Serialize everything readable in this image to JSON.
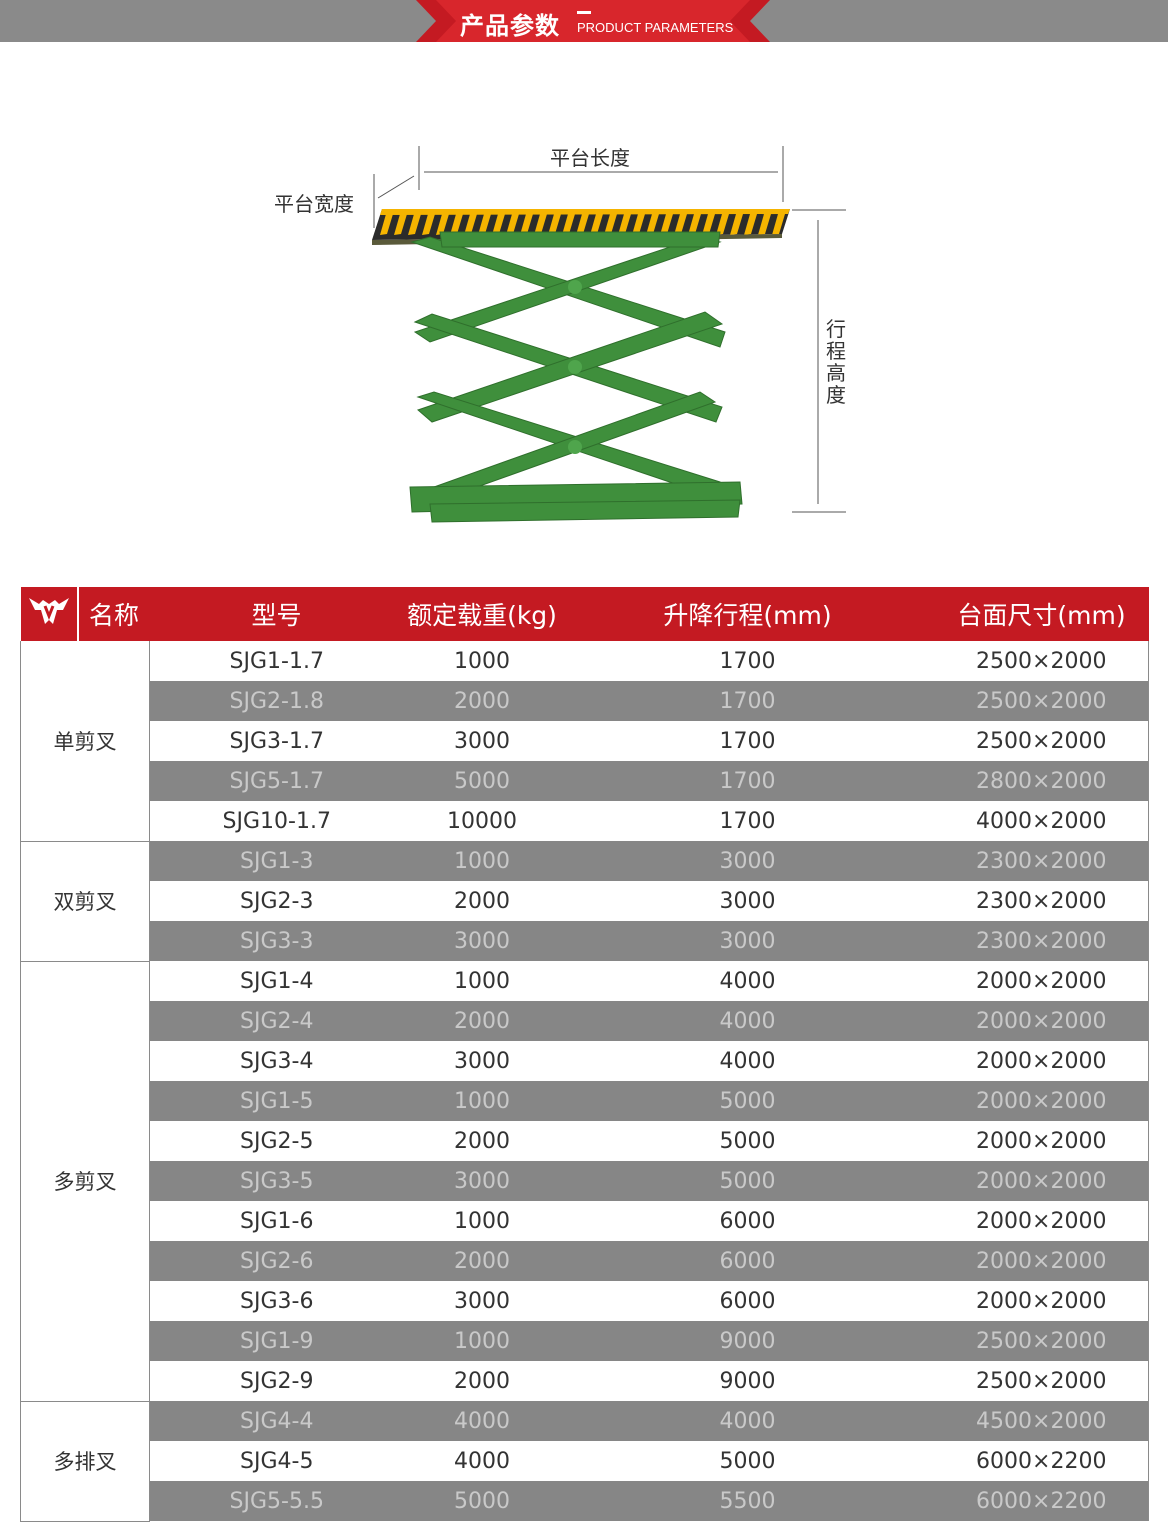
{
  "banner": {
    "title": "产品参数",
    "subtitle": "PRODUCT PARAMETERS",
    "color": "#c41a22"
  },
  "diagram": {
    "label_length": "平台长度",
    "label_width": "平台宽度",
    "label_height": [
      "行",
      "程",
      "高",
      "度"
    ],
    "platform_color": "#3f8f3c",
    "stripe_color": "#f5b400"
  },
  "table": {
    "logo_icon": "brand-bull-logo-icon",
    "headers": [
      "名称",
      "型号",
      "额定载重(kg)",
      "升降行程(mm)",
      "台面尺寸(mm)"
    ],
    "groups": [
      {
        "name": "单剪叉",
        "rows": [
          [
            "SJG1-1.7",
            "1000",
            "1700",
            "2500×2000"
          ],
          [
            "SJG2-1.8",
            "2000",
            "1700",
            "2500×2000"
          ],
          [
            "SJG3-1.7",
            "3000",
            "1700",
            "2500×2000"
          ],
          [
            "SJG5-1.7",
            "5000",
            "1700",
            "2800×2000"
          ],
          [
            "SJG10-1.7",
            "10000",
            "1700",
            "4000×2000"
          ]
        ]
      },
      {
        "name": "双剪叉",
        "rows": [
          [
            "SJG1-3",
            "1000",
            "3000",
            "2300×2000"
          ],
          [
            "SJG2-3",
            "2000",
            "3000",
            "2300×2000"
          ],
          [
            "SJG3-3",
            "3000",
            "3000",
            "2300×2000"
          ]
        ]
      },
      {
        "name": "多剪叉",
        "rows": [
          [
            "SJG1-4",
            "1000",
            "4000",
            "2000×2000"
          ],
          [
            "SJG2-4",
            "2000",
            "4000",
            "2000×2000"
          ],
          [
            "SJG3-4",
            "3000",
            "4000",
            "2000×2000"
          ],
          [
            "SJG1-5",
            "1000",
            "5000",
            "2000×2000"
          ],
          [
            "SJG2-5",
            "2000",
            "5000",
            "2000×2000"
          ],
          [
            "SJG3-5",
            "3000",
            "5000",
            "2000×2000"
          ],
          [
            "SJG1-6",
            "1000",
            "6000",
            "2000×2000"
          ],
          [
            "SJG2-6",
            "2000",
            "6000",
            "2000×2000"
          ],
          [
            "SJG3-6",
            "3000",
            "6000",
            "2000×2000"
          ],
          [
            "SJG1-9",
            "1000",
            "9000",
            "2500×2000"
          ],
          [
            "SJG2-9",
            "2000",
            "9000",
            "2500×2000"
          ]
        ]
      },
      {
        "name": "多排叉",
        "rows": [
          [
            "SJG4-4",
            "4000",
            "4000",
            "4500×2000"
          ],
          [
            "SJG4-5",
            "4000",
            "5000",
            "6000×2200"
          ],
          [
            "SJG5-5.5",
            "5000",
            "5500",
            "6000×2200"
          ]
        ]
      }
    ]
  }
}
